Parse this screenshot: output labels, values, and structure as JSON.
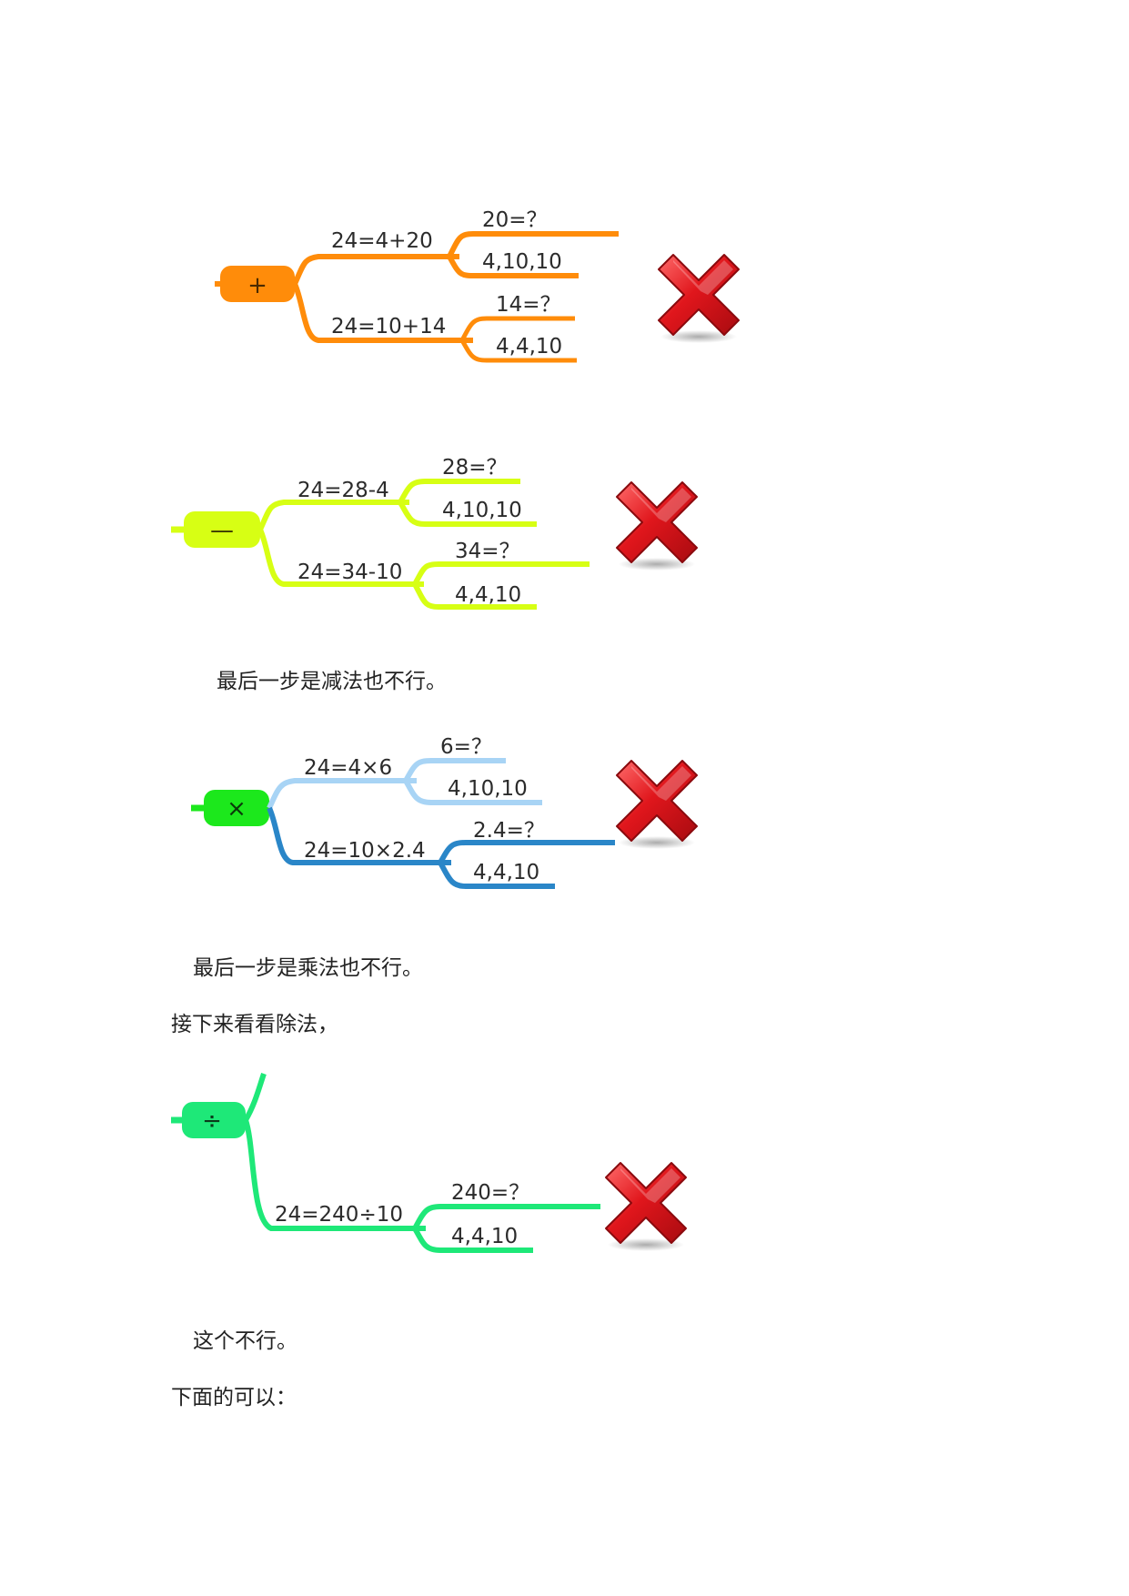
{
  "diagrams": {
    "addition": {
      "operator": "+",
      "branch1": {
        "equation": "24=4+20",
        "question": "20=？",
        "numbers": "4,10,10"
      },
      "branch2": {
        "equation": "24=10+14",
        "question": "14=？",
        "numbers": "4,4,10"
      }
    },
    "subtraction": {
      "operator": "—",
      "branch1": {
        "equation": "24=28-4",
        "question": "28=？",
        "numbers": "4,10,10"
      },
      "branch2": {
        "equation": "24=34-10",
        "question": "34=？",
        "numbers": "4,4,10"
      }
    },
    "multiplication": {
      "operator": "×",
      "branch1": {
        "equation": "24=4×6",
        "question": "6=？",
        "numbers": "4,10,10"
      },
      "branch2": {
        "equation": "24=10×2.4",
        "question": "2.4=？",
        "numbers": "4,4,10"
      }
    },
    "division": {
      "operator": "÷",
      "branch1": {
        "equation": "24=240÷10",
        "question": "240=？",
        "numbers": "4,4,10"
      }
    }
  },
  "text": {
    "p1": "最后一步是减法也不行。",
    "p2": "最后一步是乘法也不行。",
    "p3": "接下来看看除法，",
    "p4": "这个不行。",
    "p5": "下面的可以："
  },
  "colors": {
    "orange": "#ff8c0a",
    "lime": "#d7ff14",
    "green": "#1ce81c",
    "light_blue": "#a8d4f5",
    "blue": "#2a86c8",
    "mint": "#1ee878",
    "cross_red": "#e0161c"
  },
  "icons": [
    "red-cross-icon"
  ]
}
